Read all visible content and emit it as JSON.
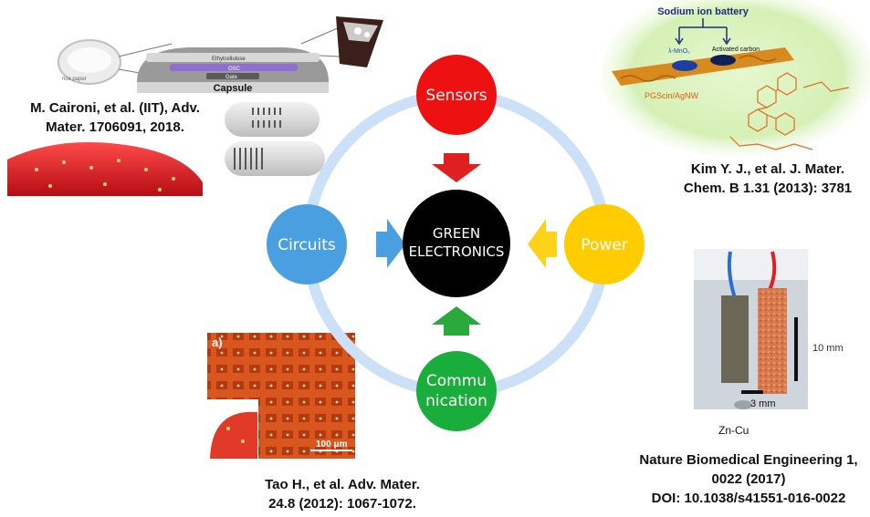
{
  "center": {
    "line1": "GREEN",
    "line2": "ELECTRONICS"
  },
  "nodes": {
    "sensors": "Sensors",
    "power": "Power",
    "communication_line1": "Commu",
    "communication_line2": "nication",
    "circuits": "Circuits"
  },
  "colors": {
    "sensors": "#ee1111",
    "power": "#ffcc00",
    "communication": "#19ad3b",
    "circuits": "#4a9fe0",
    "center": "#000000",
    "ring": "#cce0f7",
    "arrow_sensors": "#e02020",
    "arrow_power": "#ffd21a",
    "arrow_communication": "#2aaa3c",
    "arrow_circuits": "#4a9fe0"
  },
  "citations": {
    "caironi": [
      "M. Caironi, et al. (IIT), Adv.",
      "Mater. 1706091, 2018."
    ],
    "kim": [
      "Kim Y. J., et al. J. Mater.",
      "Chem. B 1.31 (2013): 3781"
    ],
    "tao": [
      "Tao H., et al. Adv. Mater.",
      "24.8 (2012): 1067-1072."
    ],
    "nature": [
      "Nature Biomedical Engineering 1,",
      "0022 (2017)",
      "DOI: 10.1038/s41551-016-0022"
    ]
  },
  "image_labels": {
    "capsule": "Capsule",
    "ethylcellulose": "Ethylcellulose",
    "osc": "OSC",
    "gate": "Gate",
    "sodium_battery": "Sodium ion battery",
    "mno2": "λ-MnO₂",
    "activated_carbon": "Activated carbon",
    "pgscin": "PGScin/AgNW",
    "tao_panel": "a)",
    "tao_scale": "100 μm",
    "zncu": "Zn-Cu",
    "scale_10mm": "10 mm",
    "scale_3mm": "3 mm"
  }
}
